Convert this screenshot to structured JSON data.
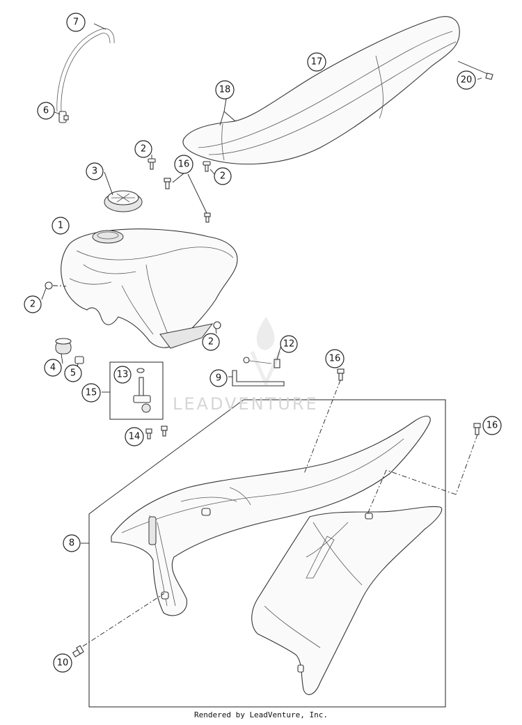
{
  "diagram": {
    "callouts": [
      {
        "id": "c7",
        "label": "7"
      },
      {
        "id": "c6",
        "label": "6"
      },
      {
        "id": "c17",
        "label": "17"
      },
      {
        "id": "c18",
        "label": "18"
      },
      {
        "id": "c20",
        "label": "20"
      },
      {
        "id": "c2a",
        "label": "2"
      },
      {
        "id": "c3",
        "label": "3"
      },
      {
        "id": "c16a",
        "label": "16"
      },
      {
        "id": "c2b",
        "label": "2"
      },
      {
        "id": "c1",
        "label": "1"
      },
      {
        "id": "c2c",
        "label": "2"
      },
      {
        "id": "c2d",
        "label": "2"
      },
      {
        "id": "c4",
        "label": "4"
      },
      {
        "id": "c5",
        "label": "5"
      },
      {
        "id": "c13",
        "label": "13"
      },
      {
        "id": "c15",
        "label": "15"
      },
      {
        "id": "c12",
        "label": "12"
      },
      {
        "id": "c9",
        "label": "9"
      },
      {
        "id": "c16b",
        "label": "16"
      },
      {
        "id": "c16c",
        "label": "16"
      },
      {
        "id": "c14",
        "label": "14"
      },
      {
        "id": "c8",
        "label": "8"
      },
      {
        "id": "c10",
        "label": "10"
      }
    ]
  },
  "watermark": {
    "text": "LEADVENTURE"
  },
  "footer": {
    "text": "Rendered by LeadVenture, Inc."
  }
}
